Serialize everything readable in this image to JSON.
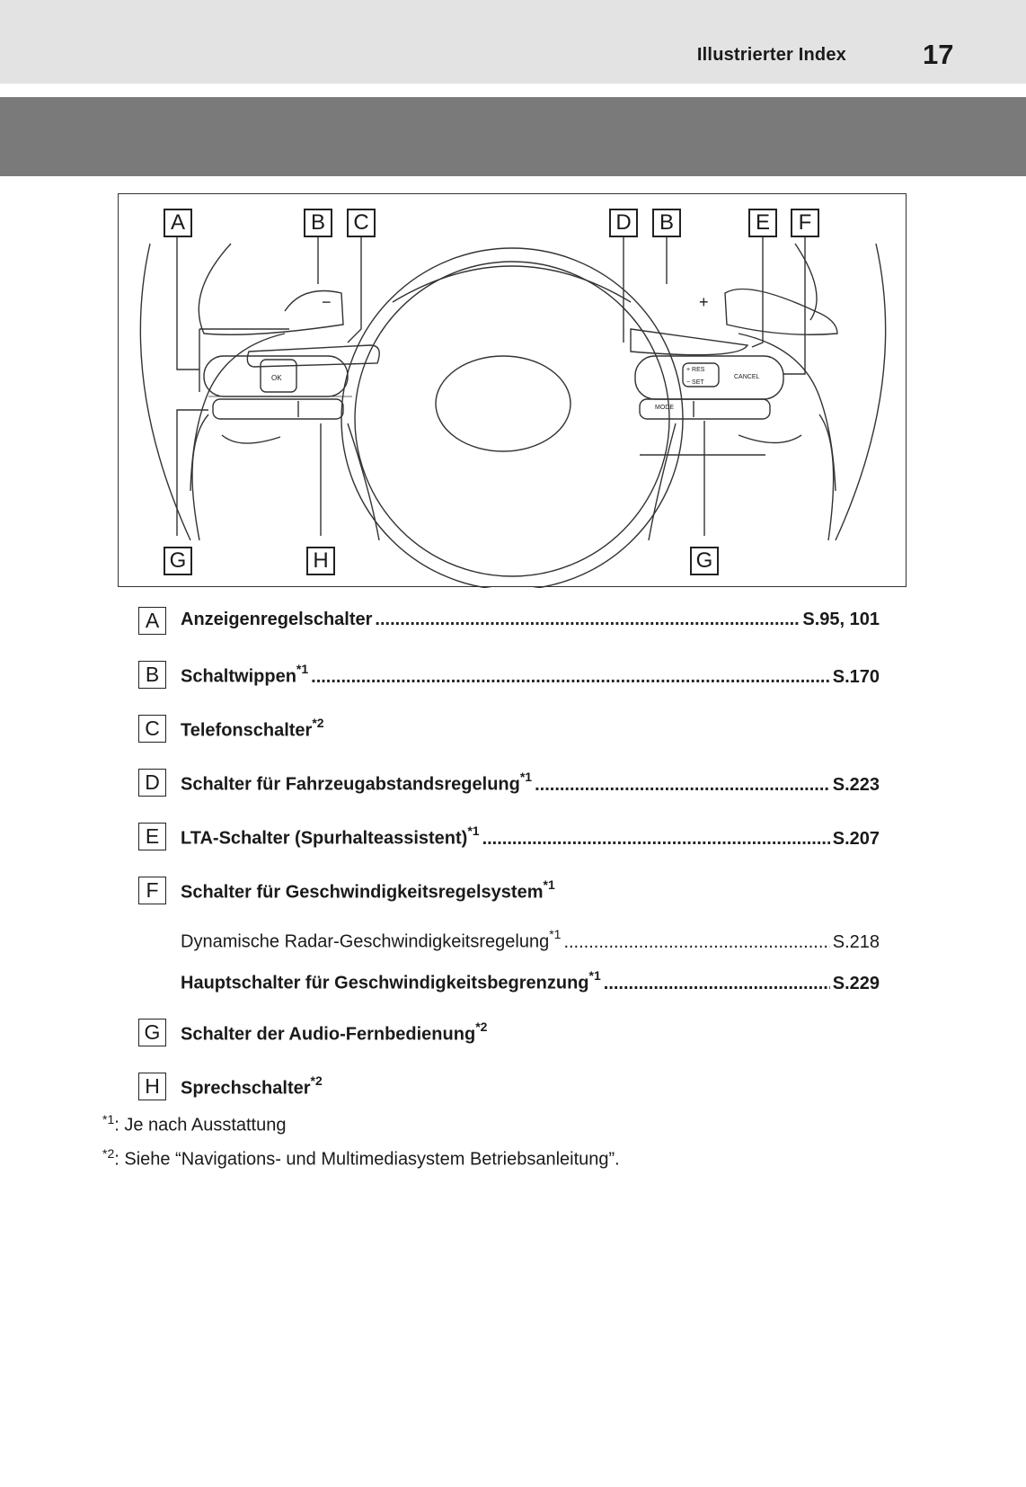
{
  "header": {
    "title": "Illustrierter Index",
    "page_number": "17"
  },
  "figure": {
    "callouts": [
      {
        "id": "A"
      },
      {
        "id": "B"
      },
      {
        "id": "C"
      },
      {
        "id": "D"
      },
      {
        "id": "B2",
        "text": "B"
      },
      {
        "id": "E"
      },
      {
        "id": "F"
      },
      {
        "id": "G"
      },
      {
        "id": "H"
      },
      {
        "id": "G2",
        "text": "G"
      }
    ],
    "callout_text": {
      "A": "A",
      "B": "B",
      "C": "C",
      "D": "D",
      "B2": "B",
      "E": "E",
      "F": "F",
      "G": "G",
      "H": "H",
      "G2": "G"
    },
    "button_text": {
      "ok": "OK",
      "res": "+ RES",
      "set": "− SET",
      "cancel": "CANCEL",
      "mode": "MODE",
      "paddle_minus": "−",
      "paddle_plus": "+"
    }
  },
  "entries": [
    {
      "key": "A",
      "label": "Anzeigenregelschalter",
      "sup": "",
      "page": "S.95, 101"
    },
    {
      "key": "B",
      "label": "Schaltwippen",
      "sup": "*1",
      "page": "S.170"
    },
    {
      "key": "C",
      "label": "Telefonschalter",
      "sup": "*2",
      "page": ""
    },
    {
      "key": "D",
      "label": "Schalter für Fahrzeugabstandsregelung",
      "sup": "*1",
      "page": "S.223"
    },
    {
      "key": "E",
      "label": "LTA-Schalter (Spurhalteassistent)",
      "sup": "*1",
      "page": "S.207"
    },
    {
      "key": "F",
      "label": "Schalter für Geschwindigkeitsregelsystem",
      "sup": "*1",
      "page": ""
    },
    {
      "key": "G",
      "label": "Schalter der Audio-Fernbedienung",
      "sup": "*2",
      "page": ""
    },
    {
      "key": "H",
      "label": "Sprechschalter",
      "sup": "*2",
      "page": ""
    }
  ],
  "sub_entries": [
    {
      "label": "Dynamische Radar-Geschwindigkeitsregelung",
      "sup": "*1",
      "page": "S.218"
    },
    {
      "label": "Hauptschalter für Geschwindigkeitsbegrenzung",
      "sup": "*1",
      "page": "S.229"
    }
  ],
  "footnotes": [
    {
      "mark": "*1",
      "text": ": Je nach Ausstattung"
    },
    {
      "mark": "*2",
      "text": ": Siehe “Navigations- und Multimediasystem Betriebsanleitung”."
    }
  ]
}
